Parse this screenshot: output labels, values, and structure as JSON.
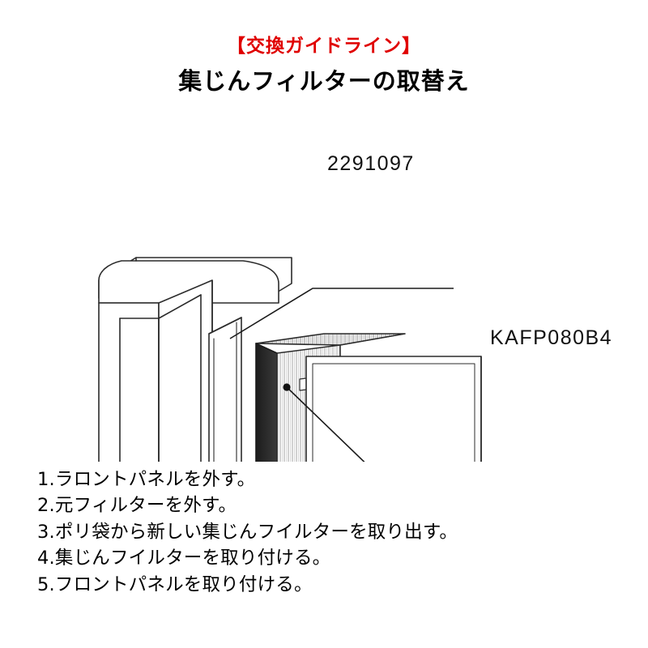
{
  "header": {
    "tag": "【交換ガイドライン】",
    "title": "集じんフィルターの取替え",
    "tag_color": "#e00000"
  },
  "diagram": {
    "name": "air-purifier-filter-exploded-view",
    "callouts": [
      {
        "id": "top-part-number",
        "text": "2291097"
      },
      {
        "id": "right-part-number",
        "text": "KAFP080B4"
      }
    ]
  },
  "steps": [
    "1.ラロントパネルを外す。",
    "2.元フィルターを外す。",
    "3.ポリ袋から新しい集じんフイルターを取り出す。",
    "4.集じんフイルターを取り付ける。",
    "5.フロントパネルを取り付ける。"
  ]
}
